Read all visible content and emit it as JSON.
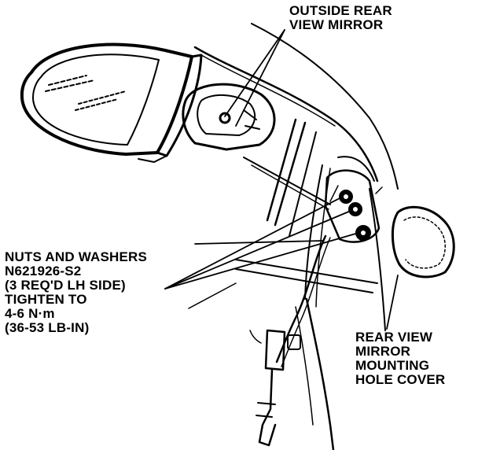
{
  "labels": {
    "outside_mirror": [
      "OUTSIDE REAR",
      "VIEW MIRROR"
    ],
    "nuts": [
      "NUTS AND WASHERS",
      "N621926-S2",
      "(3 REQ'D LH SIDE)",
      "TIGHTEN TO",
      "4-6 N·m",
      "(36-53 LB-IN)"
    ],
    "cover": [
      "REAR VIEW",
      "MIRROR",
      "MOUNTING",
      "HOLE COVER"
    ]
  }
}
